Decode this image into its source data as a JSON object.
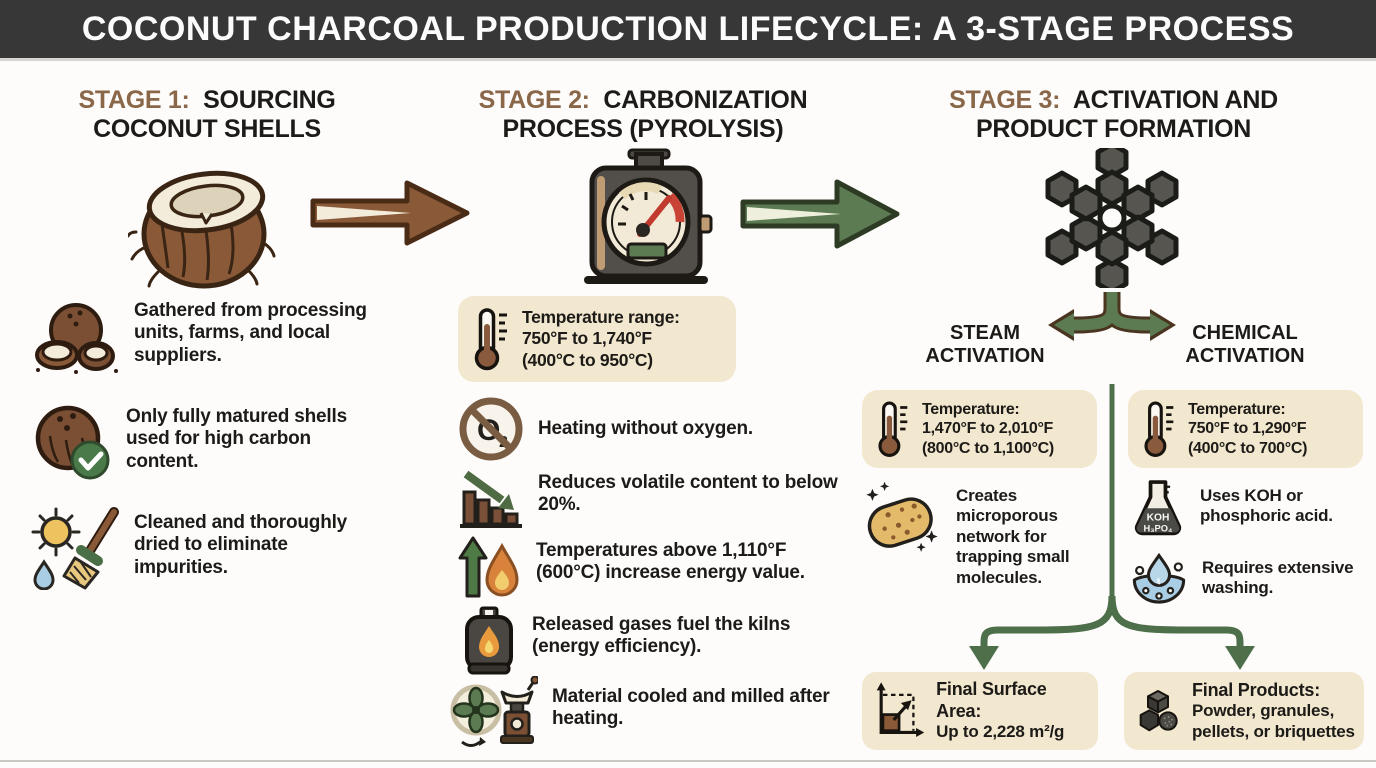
{
  "header": {
    "title": "COCONUT CHARCOAL PRODUCTION LIFECYCLE: A 3-STAGE PROCESS"
  },
  "stages": [
    {
      "label": "STAGE 1:",
      "heading": "SOURCING COCONUT SHELLS",
      "main_icon": "coconut-icon",
      "bullets": [
        {
          "icon": "coconut-pile-icon",
          "text": "Gathered from processing units, farms, and local suppliers."
        },
        {
          "icon": "coconut-check-icon",
          "text": "Only fully matured shells used for high carbon content."
        },
        {
          "icon": "sun-broom-drop-icon",
          "text": "Cleaned and thoroughly dried to eliminate impurities."
        }
      ]
    },
    {
      "label": "STAGE 2:",
      "heading": "CARBONIZATION PROCESS (PYROLYSIS)",
      "main_icon": "kiln-gauge-icon",
      "temp_box": {
        "icon": "thermometer-icon",
        "lines": [
          "Temperature range:",
          "750°F to 1,740°F",
          "(400°C to 950°C)"
        ]
      },
      "bullets": [
        {
          "icon": "no-oxygen-icon",
          "text": "Heating without oxygen."
        },
        {
          "icon": "declining-chart-icon",
          "text": "Reduces volatile content to below 20%."
        },
        {
          "icon": "up-arrow-flame-icon",
          "text": "Temperatures above 1,110°F (600°C) increase energy value."
        },
        {
          "icon": "gas-tank-icon",
          "text": "Released gases fuel the kilns (energy efficiency)."
        },
        {
          "icon": "fan-grinder-icon",
          "text": "Material cooled and milled after heating."
        }
      ]
    },
    {
      "label": "STAGE 3:",
      "heading": "ACTIVATION AND PRODUCT FORMATION",
      "main_icon": "carbon-molecule-icon",
      "branches": [
        {
          "title": "STEAM ACTIVATION",
          "temp_box": {
            "icon": "thermometer-icon",
            "lines": [
              "Temperature:",
              "1,470°F to 2,010°F",
              "(800°C to 1,100°C)"
            ]
          },
          "bullets": [
            {
              "icon": "sponge-icon",
              "text": "Creates microporous network for trapping small molecules."
            }
          ],
          "result": {
            "icon": "surface-area-chart-icon",
            "title": "Final Surface Area:",
            "text": "Up to 2,228 m²/g"
          }
        },
        {
          "title": "CHEMICAL ACTIVATION",
          "temp_box": {
            "icon": "thermometer-icon",
            "lines": [
              "Temperature:",
              "750°F to 1,290°F",
              "(400°C to 700°C)"
            ]
          },
          "bullets": [
            {
              "icon": "chemical-flask-icon",
              "text": "Uses KOH or phosphoric acid."
            },
            {
              "icon": "washing-drop-icon",
              "text": "Requires extensive washing."
            }
          ],
          "result": {
            "icon": "charcoal-products-icon",
            "title": "Final Products:",
            "text": "Powder, granules, pellets, or briquettes"
          }
        }
      ]
    }
  ],
  "icon_labels": {
    "no_oxygen_main": "O",
    "no_oxygen_sub": "2",
    "flask_line1": "KOH",
    "flask_line2": "H₃PO₄"
  },
  "colors": {
    "header_bg": "#373737",
    "stage_label_brown": "#8a6749",
    "text_dark": "#1d1b18",
    "box_beige": "#f2e7cf",
    "arrow_brown": "#8a5a38",
    "arrow_green": "#5d7b52",
    "connector_green": "#4d6f49",
    "check_green": "#4a7a4a",
    "water_blue": "#a9cde4"
  }
}
